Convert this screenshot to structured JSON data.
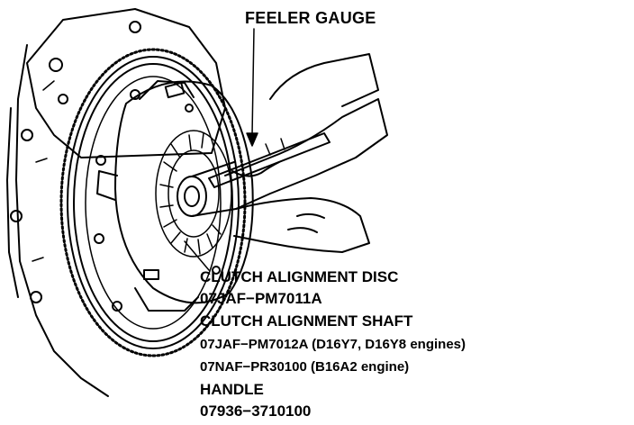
{
  "labels": {
    "feeler_gauge": "FEELER GAUGE",
    "lines": [
      "CLUTCH ALIGNMENT DISC",
      "07JAF−PM7011A",
      "CLUTCH ALIGNMENT SHAFT",
      "07JAF−PM7012A (D16Y7, D16Y8 engines)",
      "07NAF−PR30100 (B16A2 engine)",
      "HANDLE",
      "07936−3710100"
    ]
  },
  "colors": {
    "ink": "#000000",
    "paper": "#ffffff"
  }
}
